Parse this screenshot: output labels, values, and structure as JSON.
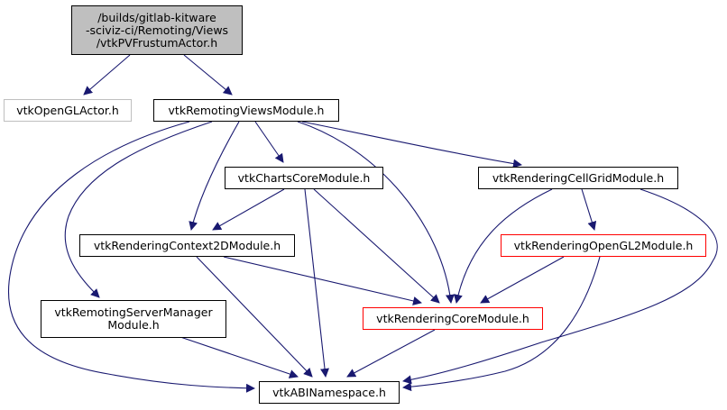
{
  "diagram": {
    "type": "include-dependency-graph",
    "edge_color": "#191970",
    "nodes": [
      {
        "id": "root",
        "label": "/builds/gitlab-kitware\n-sciviz-ci/Remoting/Views\n/vtkPVFrustumActor.h",
        "style": "root",
        "fill": "#bfbfbf",
        "border": "#000000"
      },
      {
        "id": "opengl_actor",
        "label": "vtkOpenGLActor.h",
        "style": "external",
        "border": "#bfbfbf"
      },
      {
        "id": "remoting_views",
        "label": "vtkRemotingViewsModule.h",
        "style": "normal",
        "border": "#000000"
      },
      {
        "id": "charts_core",
        "label": "vtkChartsCoreModule.h",
        "style": "normal",
        "border": "#000000"
      },
      {
        "id": "cellgrid",
        "label": "vtkRenderingCellGridModule.h",
        "style": "normal",
        "border": "#000000"
      },
      {
        "id": "context2d",
        "label": "vtkRenderingContext2DModule.h",
        "style": "normal",
        "border": "#000000"
      },
      {
        "id": "opengl2",
        "label": "vtkRenderingOpenGL2Module.h",
        "style": "truncated",
        "border": "#ff0000"
      },
      {
        "id": "server_manager",
        "label": "vtkRemotingServerManager\nModule.h",
        "style": "normal",
        "border": "#000000"
      },
      {
        "id": "rendering_core",
        "label": "vtkRenderingCoreModule.h",
        "style": "truncated",
        "border": "#ff0000"
      },
      {
        "id": "abi",
        "label": "vtkABINamespace.h",
        "style": "normal",
        "border": "#000000"
      }
    ],
    "edges": [
      {
        "from": "root",
        "to": "opengl_actor"
      },
      {
        "from": "root",
        "to": "remoting_views"
      },
      {
        "from": "remoting_views",
        "to": "charts_core"
      },
      {
        "from": "remoting_views",
        "to": "cellgrid"
      },
      {
        "from": "remoting_views",
        "to": "context2d"
      },
      {
        "from": "remoting_views",
        "to": "server_manager"
      },
      {
        "from": "remoting_views",
        "to": "rendering_core"
      },
      {
        "from": "remoting_views",
        "to": "abi"
      },
      {
        "from": "charts_core",
        "to": "context2d"
      },
      {
        "from": "charts_core",
        "to": "rendering_core"
      },
      {
        "from": "charts_core",
        "to": "abi"
      },
      {
        "from": "cellgrid",
        "to": "opengl2"
      },
      {
        "from": "cellgrid",
        "to": "rendering_core"
      },
      {
        "from": "cellgrid",
        "to": "abi"
      },
      {
        "from": "context2d",
        "to": "rendering_core"
      },
      {
        "from": "context2d",
        "to": "abi"
      },
      {
        "from": "opengl2",
        "to": "rendering_core"
      },
      {
        "from": "opengl2",
        "to": "abi"
      },
      {
        "from": "server_manager",
        "to": "abi"
      },
      {
        "from": "rendering_core",
        "to": "abi"
      }
    ]
  }
}
